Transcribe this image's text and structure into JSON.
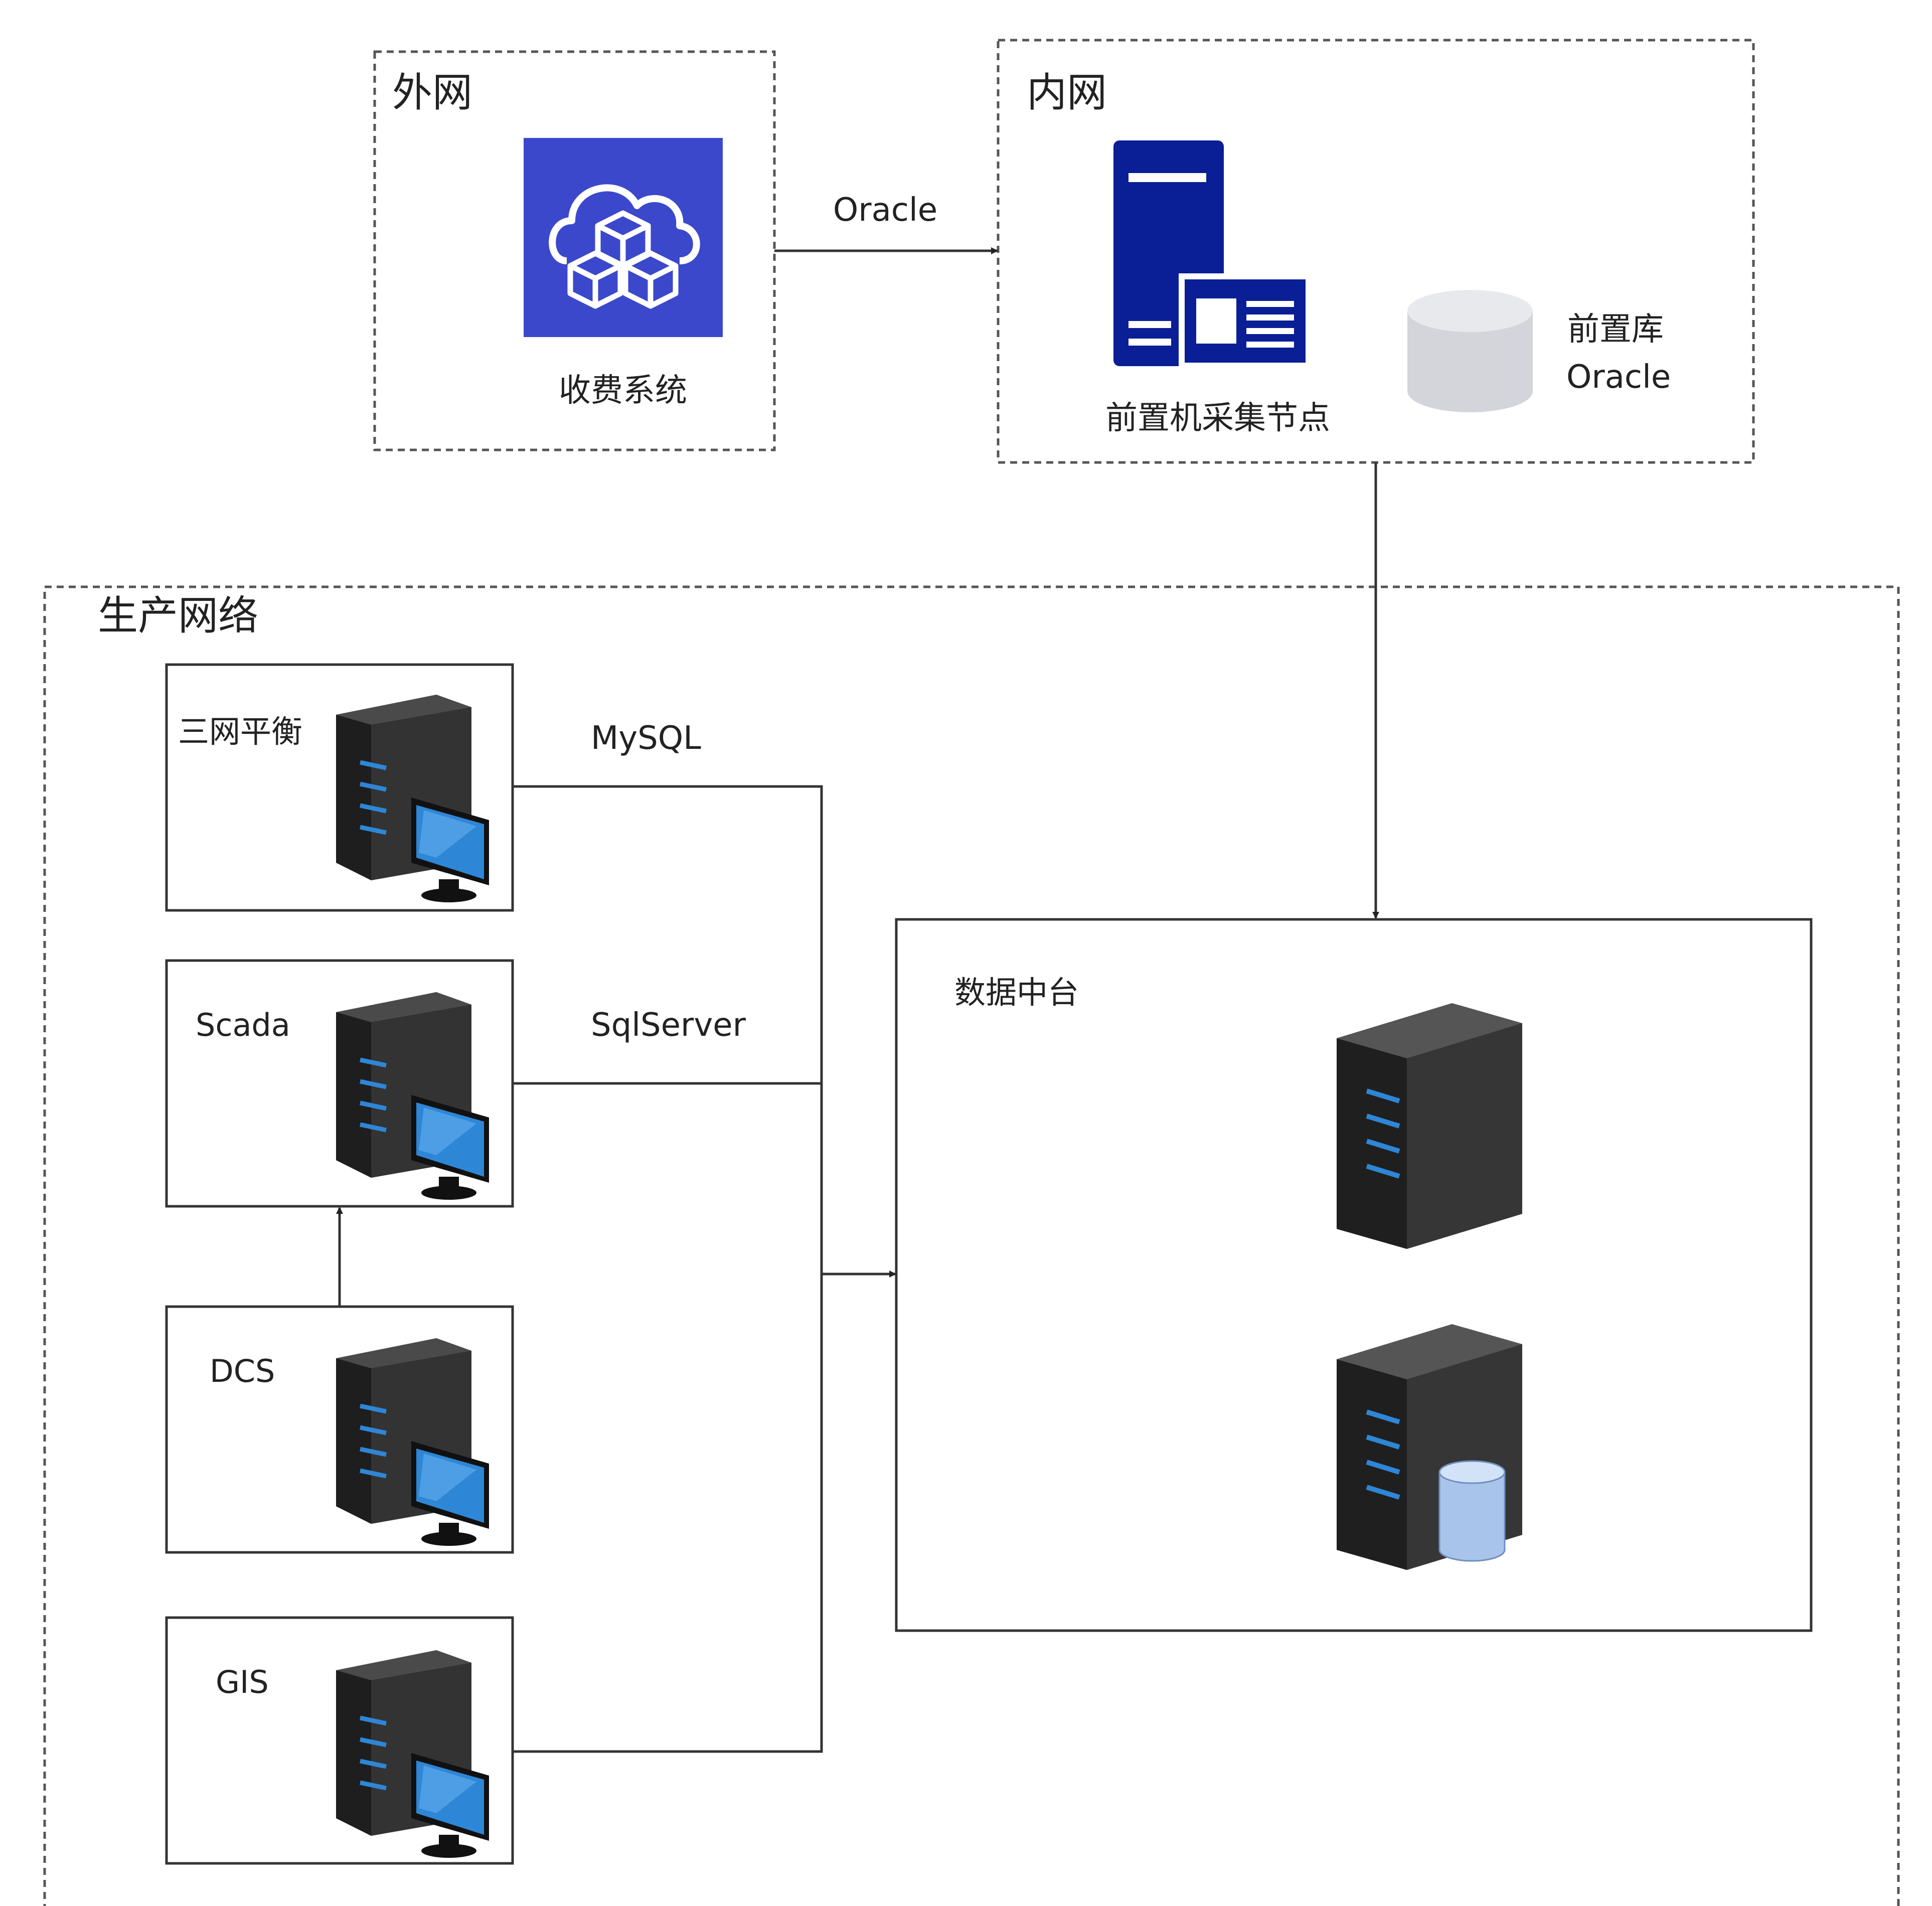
{
  "regions": {
    "external": "外网",
    "internal": "内网",
    "production": "生产网络"
  },
  "nodes": {
    "billing": "收费系统",
    "frontend_collector": "前置机采集节点",
    "frontend_db_line1": "前置库",
    "frontend_db_line2": "Oracle",
    "three_net": "三网平衡",
    "scada": "Scada",
    "dcs": "DCS",
    "gis": "GIS",
    "data_platform": "数据中台"
  },
  "edges": {
    "billing_to_intranet": "Oracle",
    "three_net_link": "MySQL",
    "scada_link": "SqlServer"
  },
  "colors": {
    "cloud_tile": "#3B48CC",
    "server_navy": "#0A1E96",
    "server_dark": "#333333",
    "screen_blue": "#2E86D6",
    "cylinder_grey": "#D8DADF",
    "cylinder_blue": "#B9D1EE"
  },
  "icons": {
    "billing": "cloud-blocks-icon",
    "frontend_collector": "navy-server-icon",
    "frontend_db": "database-cylinder-icon",
    "workstation": "server-workstation-icon",
    "platform_server": "tower-server-icon",
    "platform_db_server": "database-server-icon"
  }
}
